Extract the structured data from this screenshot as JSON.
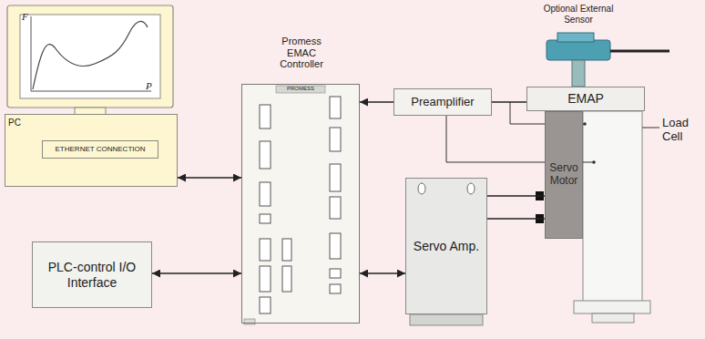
{
  "diagram": {
    "nodes": [
      {
        "text": [
          "PC"
        ]
      },
      {
        "text": [
          "ETHERNET CONNECTION"
        ],
        "in": 0
      },
      {
        "text": [
          "Promess EMAC Controller"
        ]
      },
      {
        "text": [
          "Preamplifier"
        ]
      },
      {
        "text": [
          "EMAP"
        ]
      },
      {
        "text": [
          "Servo Motor"
        ]
      },
      {
        "text": [
          "PLC-control I/O Interface"
        ]
      },
      {
        "text": [
          "Servo Amp."
        ]
      }
    ],
    "edges": [
      {
        "from": 0,
        "to": 2,
        "arrow": "both"
      },
      {
        "from": 3,
        "to": 2,
        "arrow": "to"
      },
      {
        "from": 3,
        "to": 4,
        "arrow": "none"
      },
      {
        "from": 6,
        "to": 2,
        "arrow": "both"
      },
      {
        "from": 2,
        "to": 7,
        "arrow": "both"
      },
      {
        "from": 7,
        "to": 5,
        "arrow": "none"
      },
      {
        "from": 7,
        "to": 5,
        "arrow": "none"
      }
    ],
    "labels": [
      "F",
      "P",
      "PROMESS",
      "Optional External Sensor",
      "Load Cell"
    ]
  }
}
